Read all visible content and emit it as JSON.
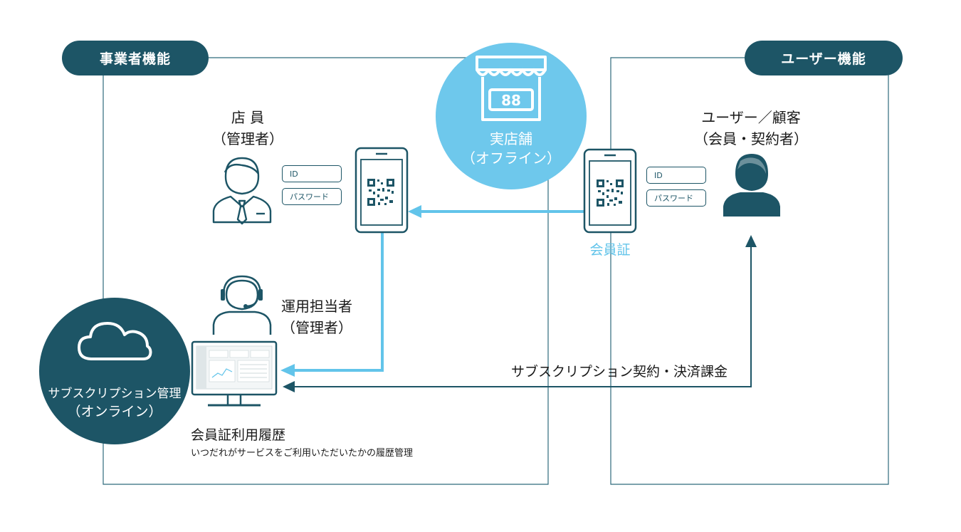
{
  "business_section": {
    "title": "事業者機能"
  },
  "user_section": {
    "title": "ユーザー機能"
  },
  "store": {
    "line1": "実店舗",
    "line2": "（オフライン）",
    "sign": "88"
  },
  "staff": {
    "line1": "店 員",
    "line2": "（管理者）"
  },
  "staff_login": {
    "id_label": "ID",
    "password_label": "パスワード"
  },
  "customer": {
    "line1": "ユーザー／顧客",
    "line2": "（会員・契約者）"
  },
  "customer_login": {
    "id_label": "ID",
    "password_label": "パスワード"
  },
  "membership_card": {
    "label": "会員証"
  },
  "operator": {
    "line1": "運用担当者",
    "line2": "（管理者）"
  },
  "subscription_mgmt": {
    "line1": "サブスクリプション管理",
    "line2": "（オンライン）"
  },
  "history": {
    "title": "会員証利用履歴",
    "description": "いつだれがサービスをご利用いただいたかの履歴管理"
  },
  "subscription_flow": {
    "label": "サブスクリプション契約・決済課金"
  },
  "colors": {
    "dark": "#1d5566",
    "light_blue": "#62c4ea",
    "border": "#2e6a7c"
  }
}
